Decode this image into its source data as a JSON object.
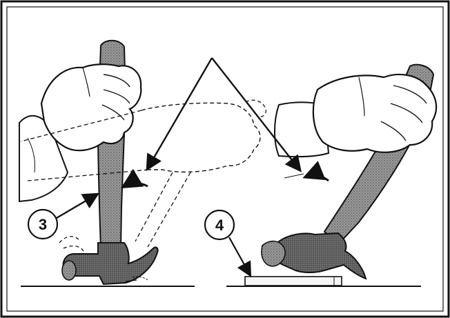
{
  "figure": {
    "callouts": [
      {
        "id": "left",
        "label": "3"
      },
      {
        "id": "right",
        "label": "4"
      }
    ],
    "colors": {
      "ink": "#111111",
      "stipple": "#8a8a8a",
      "skin": "#ffffff"
    }
  }
}
